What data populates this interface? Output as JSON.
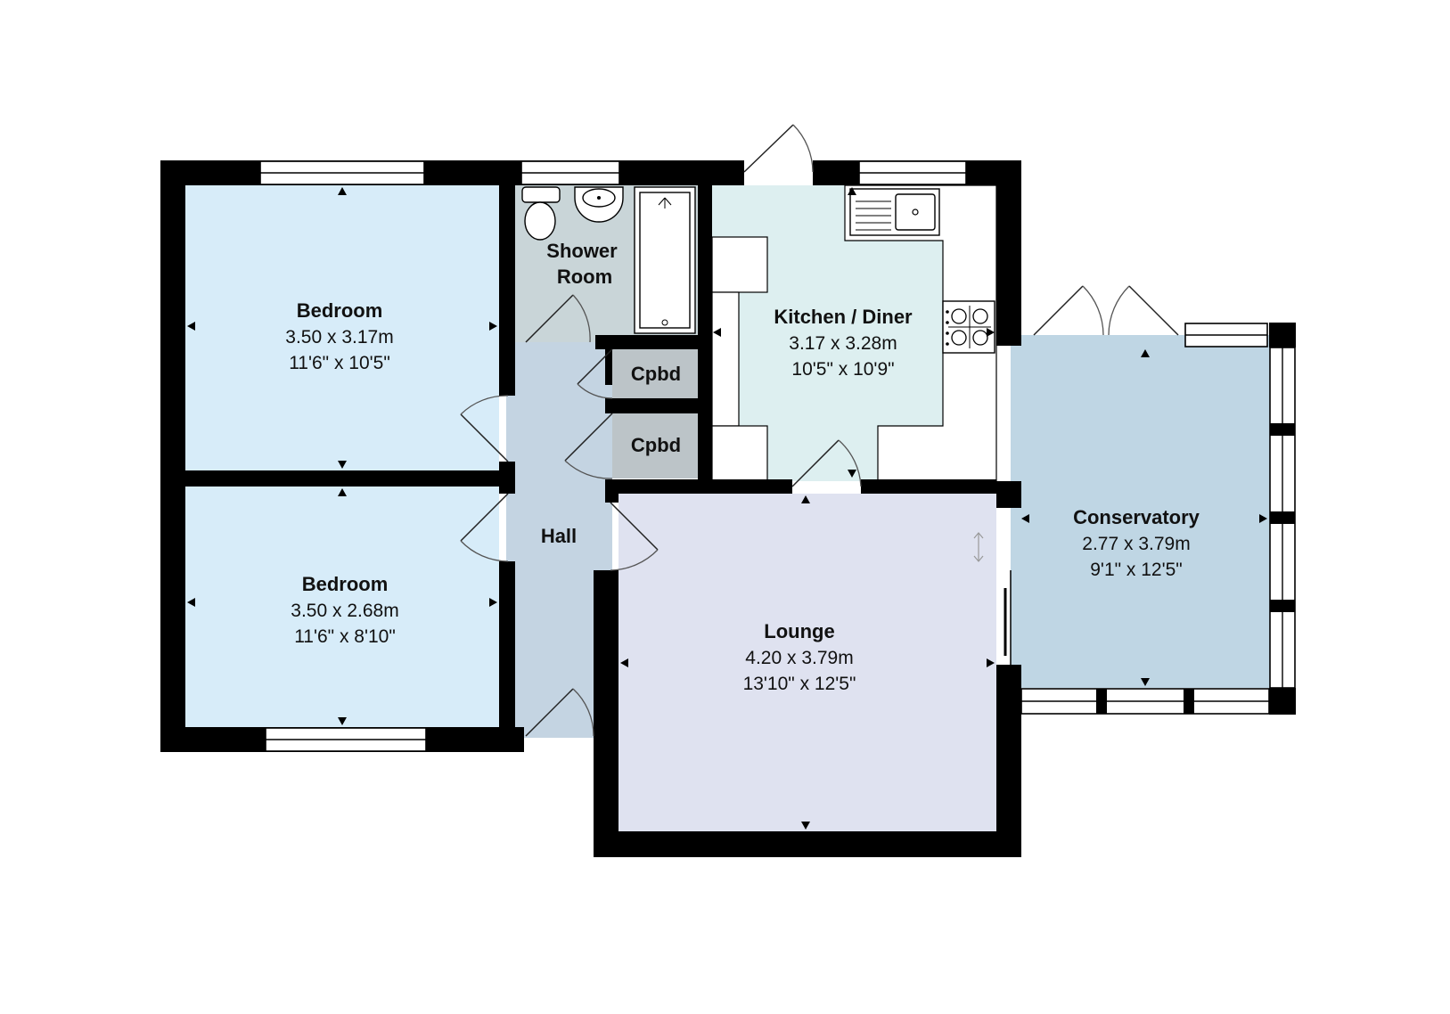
{
  "colors": {
    "bedroom": "#d7ecf9",
    "shower_room": "#c9d5d8",
    "hall": "#c4d4e2",
    "cupboard": "#bcc4c8",
    "kitchen": "#ddeff0",
    "lounge": "#dfe2f0",
    "conservatory": "#bfd6e4",
    "wall": "#000000"
  },
  "rooms": {
    "bedroom_1": {
      "name": "Bedroom",
      "metric": "3.50 x 3.17m",
      "imperial": "11'6\" x 10'5\""
    },
    "bedroom_2": {
      "name": "Bedroom",
      "metric": "3.50 x 2.68m",
      "imperial": "11'6\" x 8'10\""
    },
    "shower_room": {
      "name_line1": "Shower",
      "name_line2": "Room"
    },
    "cupboard_1": {
      "name": "Cpbd"
    },
    "cupboard_2": {
      "name": "Cpbd"
    },
    "hall": {
      "name": "Hall"
    },
    "kitchen": {
      "name": "Kitchen / Diner",
      "metric": "3.17 x 3.28m",
      "imperial": "10'5\" x 10'9\""
    },
    "lounge": {
      "name": "Lounge",
      "metric": "4.20 x 3.79m",
      "imperial": "13'10\" x 12'5\""
    },
    "conservatory": {
      "name": "Conservatory",
      "metric": "2.77 x 3.79m",
      "imperial": "9'1\" x 12'5\""
    }
  },
  "fixtures": [
    "toilet-icon",
    "washbasin-icon",
    "shower-tray-icon",
    "sink-icon",
    "hob-icon"
  ]
}
